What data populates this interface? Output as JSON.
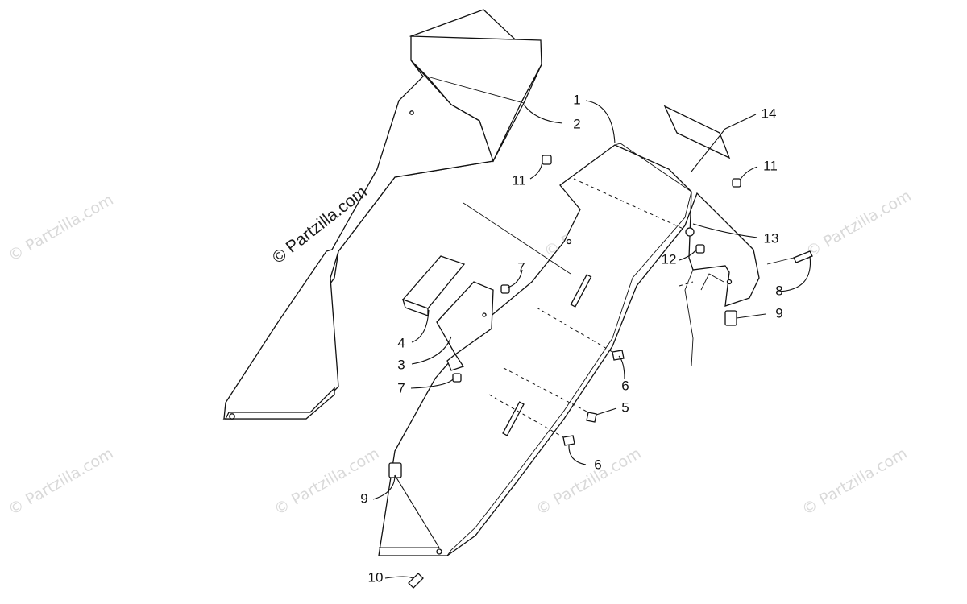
{
  "watermark": {
    "main": "© Partzilla.com",
    "tile": "© Partzilla.com"
  },
  "callouts": {
    "c1": "1",
    "c2": "2",
    "c3": "3",
    "c4": "4",
    "c5": "5",
    "c6a": "6",
    "c6b": "6",
    "c7a": "7",
    "c7b": "7",
    "c8": "8",
    "c9a": "9",
    "c9b": "9",
    "c10": "10",
    "c11a": "11",
    "c11b": "11",
    "c12": "12",
    "c13": "13",
    "c14": "14"
  },
  "colors": {
    "line": "#111111",
    "watermark": "#d9d9d9",
    "background": "#ffffff"
  }
}
